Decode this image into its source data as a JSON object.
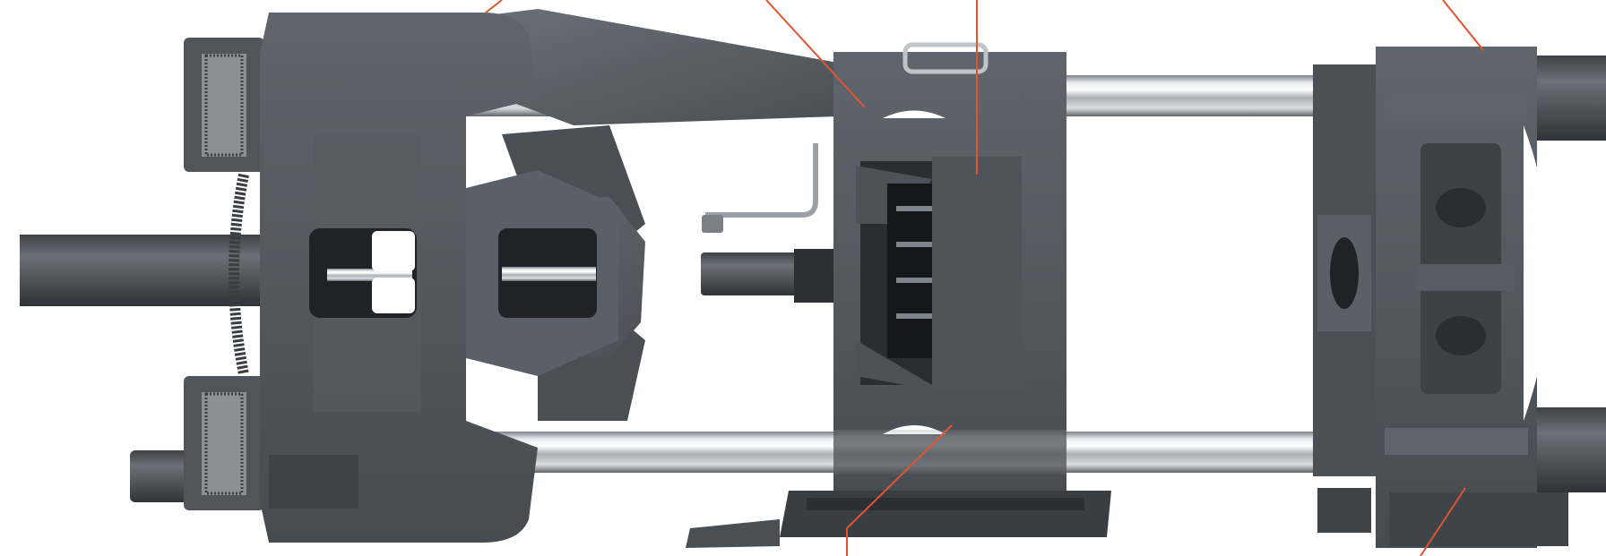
{
  "colors": {
    "background": "#ffffff",
    "steel_dark": "#4a4f55",
    "steel_mid": "#5d636a",
    "steel_light": "#70767d",
    "chrome_light": "#f2f4f5",
    "chrome_mid": "#b9bec3",
    "chrome_dark": "#6f757b",
    "callout_line": "#e3542e",
    "hole": "#1f2226"
  },
  "callouts": [
    {
      "target": "rear-platen"
    },
    {
      "target": "moving-platen-top"
    },
    {
      "target": "ejector"
    },
    {
      "target": "fixed-platen-top"
    },
    {
      "target": "moving-platen-bottom"
    },
    {
      "target": "fixed-platen-base"
    }
  ]
}
